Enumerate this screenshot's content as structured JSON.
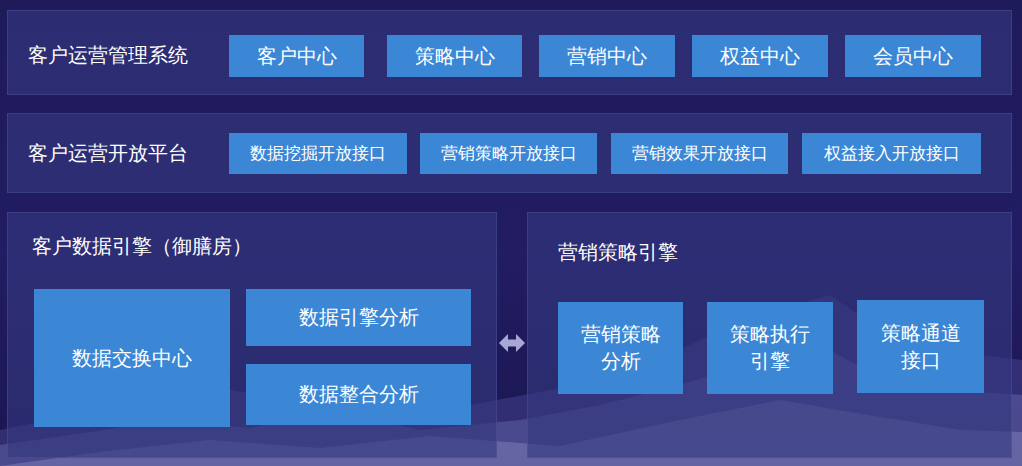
{
  "diagram": {
    "nodes": [
      {
        "text": [
          "客户运营管理系统"
        ]
      },
      {
        "text": [
          "客户中心"
        ],
        "in": 0
      },
      {
        "text": [
          "策略中心"
        ],
        "in": 0
      },
      {
        "text": [
          "营销中心"
        ],
        "in": 0
      },
      {
        "text": [
          "权益中心"
        ],
        "in": 0
      },
      {
        "text": [
          "会员中心"
        ],
        "in": 0
      },
      {
        "text": [
          "客户运营开放平台"
        ]
      },
      {
        "text": [
          "数据挖掘开放接口"
        ],
        "in": 6
      },
      {
        "text": [
          "营销策略开放接口"
        ],
        "in": 6
      },
      {
        "text": [
          "营销效果开放接口"
        ],
        "in": 6
      },
      {
        "text": [
          "权益接入开放接口"
        ],
        "in": 6
      },
      {
        "text": [
          "客户数据引擎（御膳房）"
        ]
      },
      {
        "text": [
          "数据交换中心"
        ],
        "in": 11
      },
      {
        "text": [
          "数据引擎分析"
        ],
        "in": 11
      },
      {
        "text": [
          "数据整合分析"
        ],
        "in": 11
      },
      {
        "text": [
          "营销策略引擎"
        ]
      },
      {
        "text": [
          "营销策略分析"
        ],
        "in": 15
      },
      {
        "text": [
          "策略执行引擎"
        ],
        "in": 15
      },
      {
        "text": [
          "策略通道接口"
        ],
        "in": 15
      }
    ],
    "edges": [
      {
        "from": 11,
        "to": 15,
        "arrow": "both"
      }
    ]
  }
}
